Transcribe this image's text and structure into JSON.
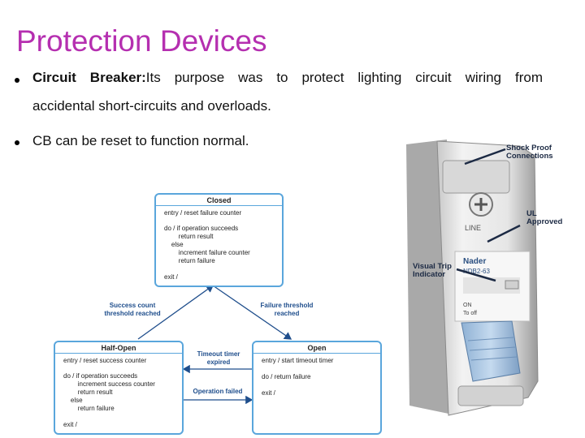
{
  "slide": {
    "title": "Protection Devices",
    "bullets": [
      {
        "bold": "Circuit Breaker:",
        "text": "Its purpose was to protect lighting circuit wiring from",
        "cont": "accidental short-circuits and overloads."
      },
      {
        "text": "CB can be reset to function normal."
      }
    ]
  },
  "diagram": {
    "closed": {
      "title": "Closed",
      "lines": [
        "entry / reset failure counter",
        "do / if operation succeeds",
        "        return result",
        "    else",
        "        increment failure counter",
        "        return failure",
        "exit /"
      ]
    },
    "half_open": {
      "title": "Half-Open",
      "lines": [
        "entry / reset success counter",
        "do / if operation succeeds",
        "        increment success counter",
        "        return result",
        "    else",
        "        return failure",
        "exit /"
      ]
    },
    "open": {
      "title": "Open",
      "lines": [
        "entry / start timeout timer",
        "do / return failure",
        "exit /"
      ]
    },
    "transitions": {
      "success": "Success count\nthreshold reached",
      "failure": "Failure threshold\nreached",
      "timeout": "Timeout timer\nexpired",
      "op_failed": "Operation failed"
    }
  },
  "breaker": {
    "callouts": {
      "shock": "Shock Proof\nConnections",
      "ul": "UL\nApproved",
      "trip": "Visual Trip\nIndicator"
    },
    "labels": {
      "line": "LINE",
      "brand": "Nader",
      "model": "NDB2-63",
      "on": "ON",
      "off": "To off"
    }
  }
}
